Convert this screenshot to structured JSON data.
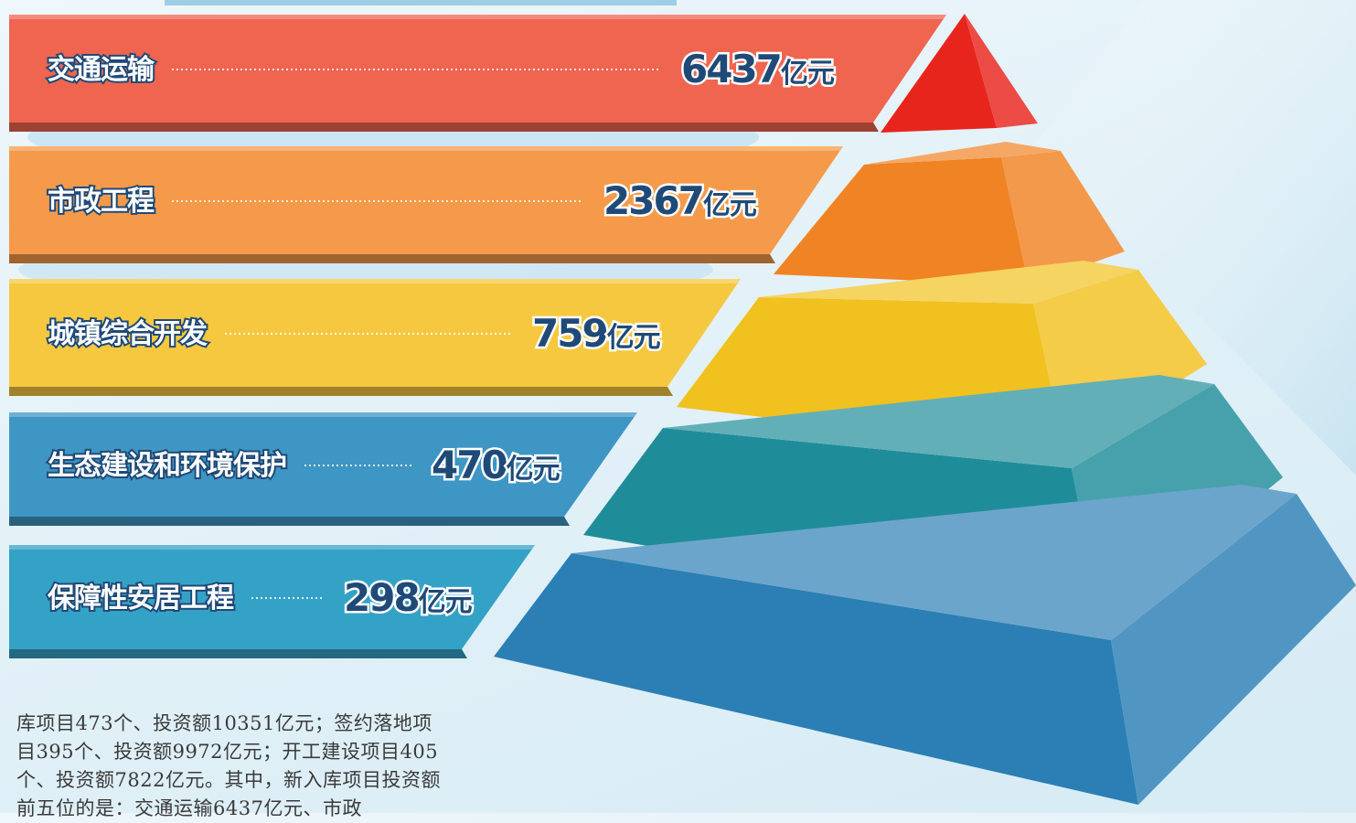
{
  "chart_data": {
    "type": "bar",
    "unit": "亿元",
    "categories": [
      "交通运输",
      "市政工程",
      "城镇综合开发",
      "生态建设和环境保护",
      "保障性安居工程"
    ],
    "values": [
      6437,
      2367,
      759,
      470,
      298
    ],
    "value_labels": [
      "6437亿元",
      "2367亿元",
      "759亿元",
      "470亿元",
      "298亿元"
    ],
    "colors": [
      "#ef6550",
      "#f59a4a",
      "#f5c840",
      "#3e96c4",
      "#34a2c6"
    ],
    "pyramid_colors": [
      "#e8251c",
      "#f08323",
      "#f1c11f",
      "#1f8c9a",
      "#2b7fb4"
    ]
  },
  "body_text": "库项目473个、投资额10351亿元；签约落地项目395个、投资额9972亿元；开工建设项目405个、投资额7822亿元。其中，新入库项目投资额前五位的是：交通运输6437亿元、市政"
}
